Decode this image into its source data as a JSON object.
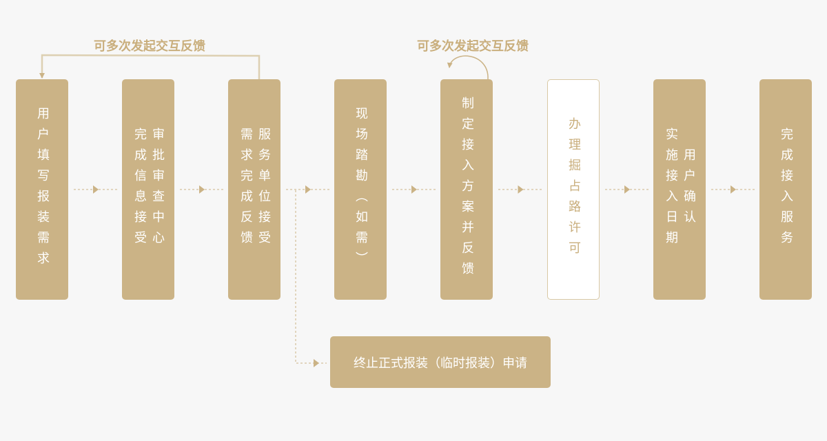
{
  "feedback_labels": [
    "可多次发起交互反馈",
    "可多次发起交互反馈"
  ],
  "steps": [
    {
      "cols": [
        "用户填写报装需求"
      ]
    },
    {
      "cols": [
        "审批审查中心",
        "完成信息接受"
      ]
    },
    {
      "cols": [
        "服务单位接受",
        "需求完成反馈"
      ]
    },
    {
      "cols": [
        "现场踏勘（如需）"
      ]
    },
    {
      "cols": [
        "制定接入方案并反馈"
      ]
    },
    {
      "cols": [
        "办理掘占路许可"
      ]
    },
    {
      "cols": [
        "用户确认",
        "实施接入日期"
      ]
    },
    {
      "cols": [
        "完成接入服务"
      ]
    }
  ],
  "branch": {
    "label": "终止正式报装（临时报装）申请"
  },
  "colors": {
    "accent": "#cbb386",
    "text_accent": "#c9ae7c",
    "background": "#f7f7f7"
  }
}
